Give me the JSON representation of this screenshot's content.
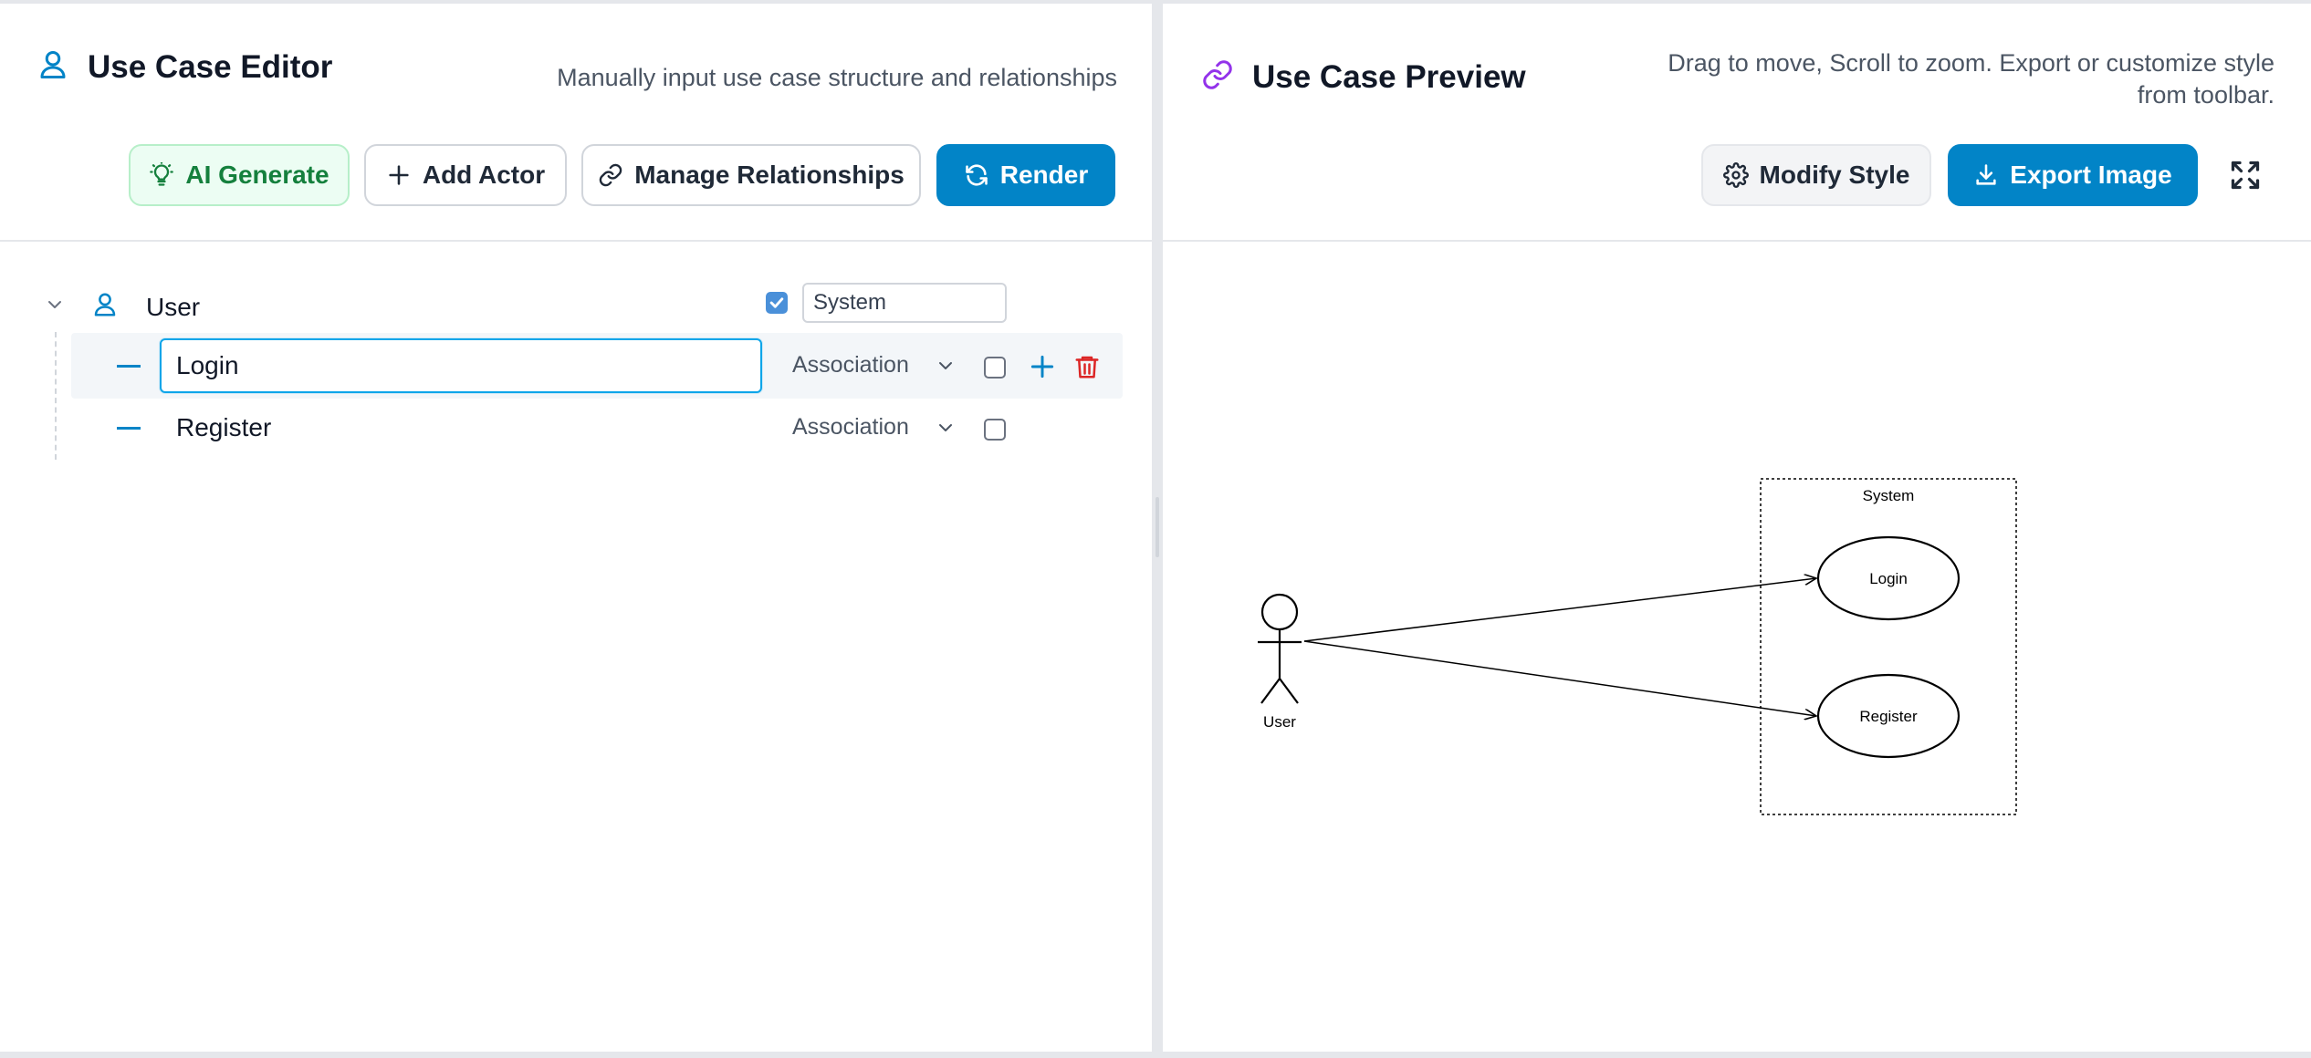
{
  "editor": {
    "title": "Use Case Editor",
    "subtitle": "Manually input use case structure and relationships",
    "buttons": {
      "ai_generate": "AI Generate",
      "add_actor": "Add Actor",
      "manage_relationships": "Manage Relationships",
      "render": "Render"
    },
    "actors": [
      {
        "name": "User",
        "boundary_checked": true,
        "boundary_name": "System",
        "use_cases": [
          {
            "name": "Login",
            "relationship": "Association",
            "checked": false,
            "active": true
          },
          {
            "name": "Register",
            "relationship": "Association",
            "checked": false,
            "active": false
          }
        ]
      }
    ]
  },
  "preview": {
    "title": "Use Case Preview",
    "hint": "Drag to move, Scroll to zoom. Export or customize style from toolbar.",
    "buttons": {
      "modify_style": "Modify Style",
      "export_image": "Export Image"
    },
    "diagram": {
      "actor_label": "User",
      "boundary_label": "System",
      "use_cases": [
        "Login",
        "Register"
      ]
    }
  },
  "colors": {
    "accent": "#0284c7",
    "ai_green": "#15803d",
    "link_purple": "#9333ea",
    "delete_red": "#dc2626"
  },
  "icons": {
    "editor_title": "user-icon",
    "preview_title": "link-icon",
    "ai_generate": "lightbulb-icon",
    "add_actor": "plus-icon",
    "manage_relationships": "link-icon",
    "render": "refresh-icon",
    "modify_style": "gear-icon",
    "export_image": "download-icon",
    "fullscreen": "fullscreen-icon"
  }
}
